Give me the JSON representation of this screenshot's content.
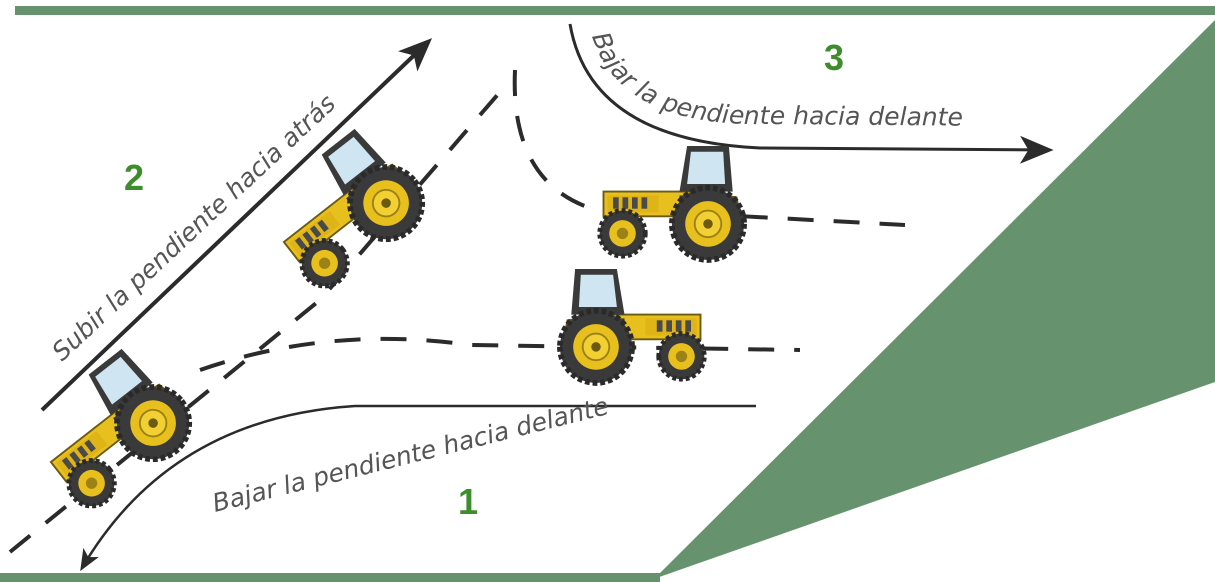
{
  "colors": {
    "slope": "#66936e",
    "border": "#66936e",
    "arrow": "#2b2b2b",
    "number": "#3e8d2c",
    "label": "#555555",
    "tractor_body": "#e8c01e",
    "tractor_dark": "#3a3a3a",
    "cab_glass": "#cfe6f2"
  },
  "steps": [
    {
      "number": "1",
      "label": "Bajar la pendiente hacia delante"
    },
    {
      "number": "2",
      "label": "Subir la pendiente hacia atrás"
    },
    {
      "number": "3",
      "label": "Bajar la pendiente hacia delante"
    }
  ]
}
